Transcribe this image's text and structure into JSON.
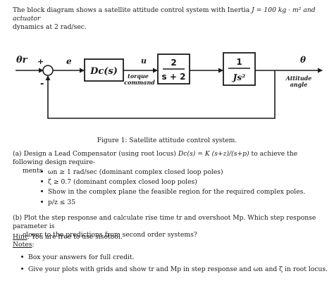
{
  "intro": {
    "text_a": "The block diagram shows a satellite attitude control system with Inertia",
    "inertia_expr": "J = 100 kg · m² and actuator",
    "text_b": "dynamics at 2 rad/sec."
  },
  "diagram": {
    "input_symbol": "θr",
    "plus_sign": "+",
    "minus_sign": "-",
    "error_symbol": "e",
    "controller_label": "Dc(s)",
    "control_signal": "u",
    "torque_label_1": "torque",
    "torque_label_2": "command",
    "actuator_num": "2",
    "actuator_den": "s + 2",
    "plant_num": "1",
    "plant_den": "Js²",
    "output_symbol": "θ",
    "output_label_1": "Attitude",
    "output_label_2": "angle"
  },
  "caption": "Figure 1: Satellite attitude control system.",
  "part_a": {
    "lead": "(a) Design a Lead Compensator (using root locus)",
    "formula": "Dc(s) = K (s+z)/(s+p)",
    "tail": "to achieve the following design require-",
    "tail2": "ments",
    "bullets": [
      "ωn ≥ 1 rad/sec (dominant complex closed loop poles)",
      "ζ ≥ 0.7 (dominant complex closed loop poles)",
      "Show in the complex plane the feasible region for the required complex poles.",
      "p/z ≤ 35"
    ]
  },
  "part_b": {
    "line1": "(b) Plot the step response and calculate rise time tr and overshoot Mp. Which step response parameter is",
    "line2": "closer to the predictions from second order systems?"
  },
  "hint": {
    "label": "Hint",
    "text": ": You are free to use sisotool."
  },
  "notes": {
    "label": "Notes",
    "items": [
      "Box your answers for full credit.",
      "Give your plots with grids and show tr and Mp in step response and ωn and ζ in root locus."
    ]
  }
}
